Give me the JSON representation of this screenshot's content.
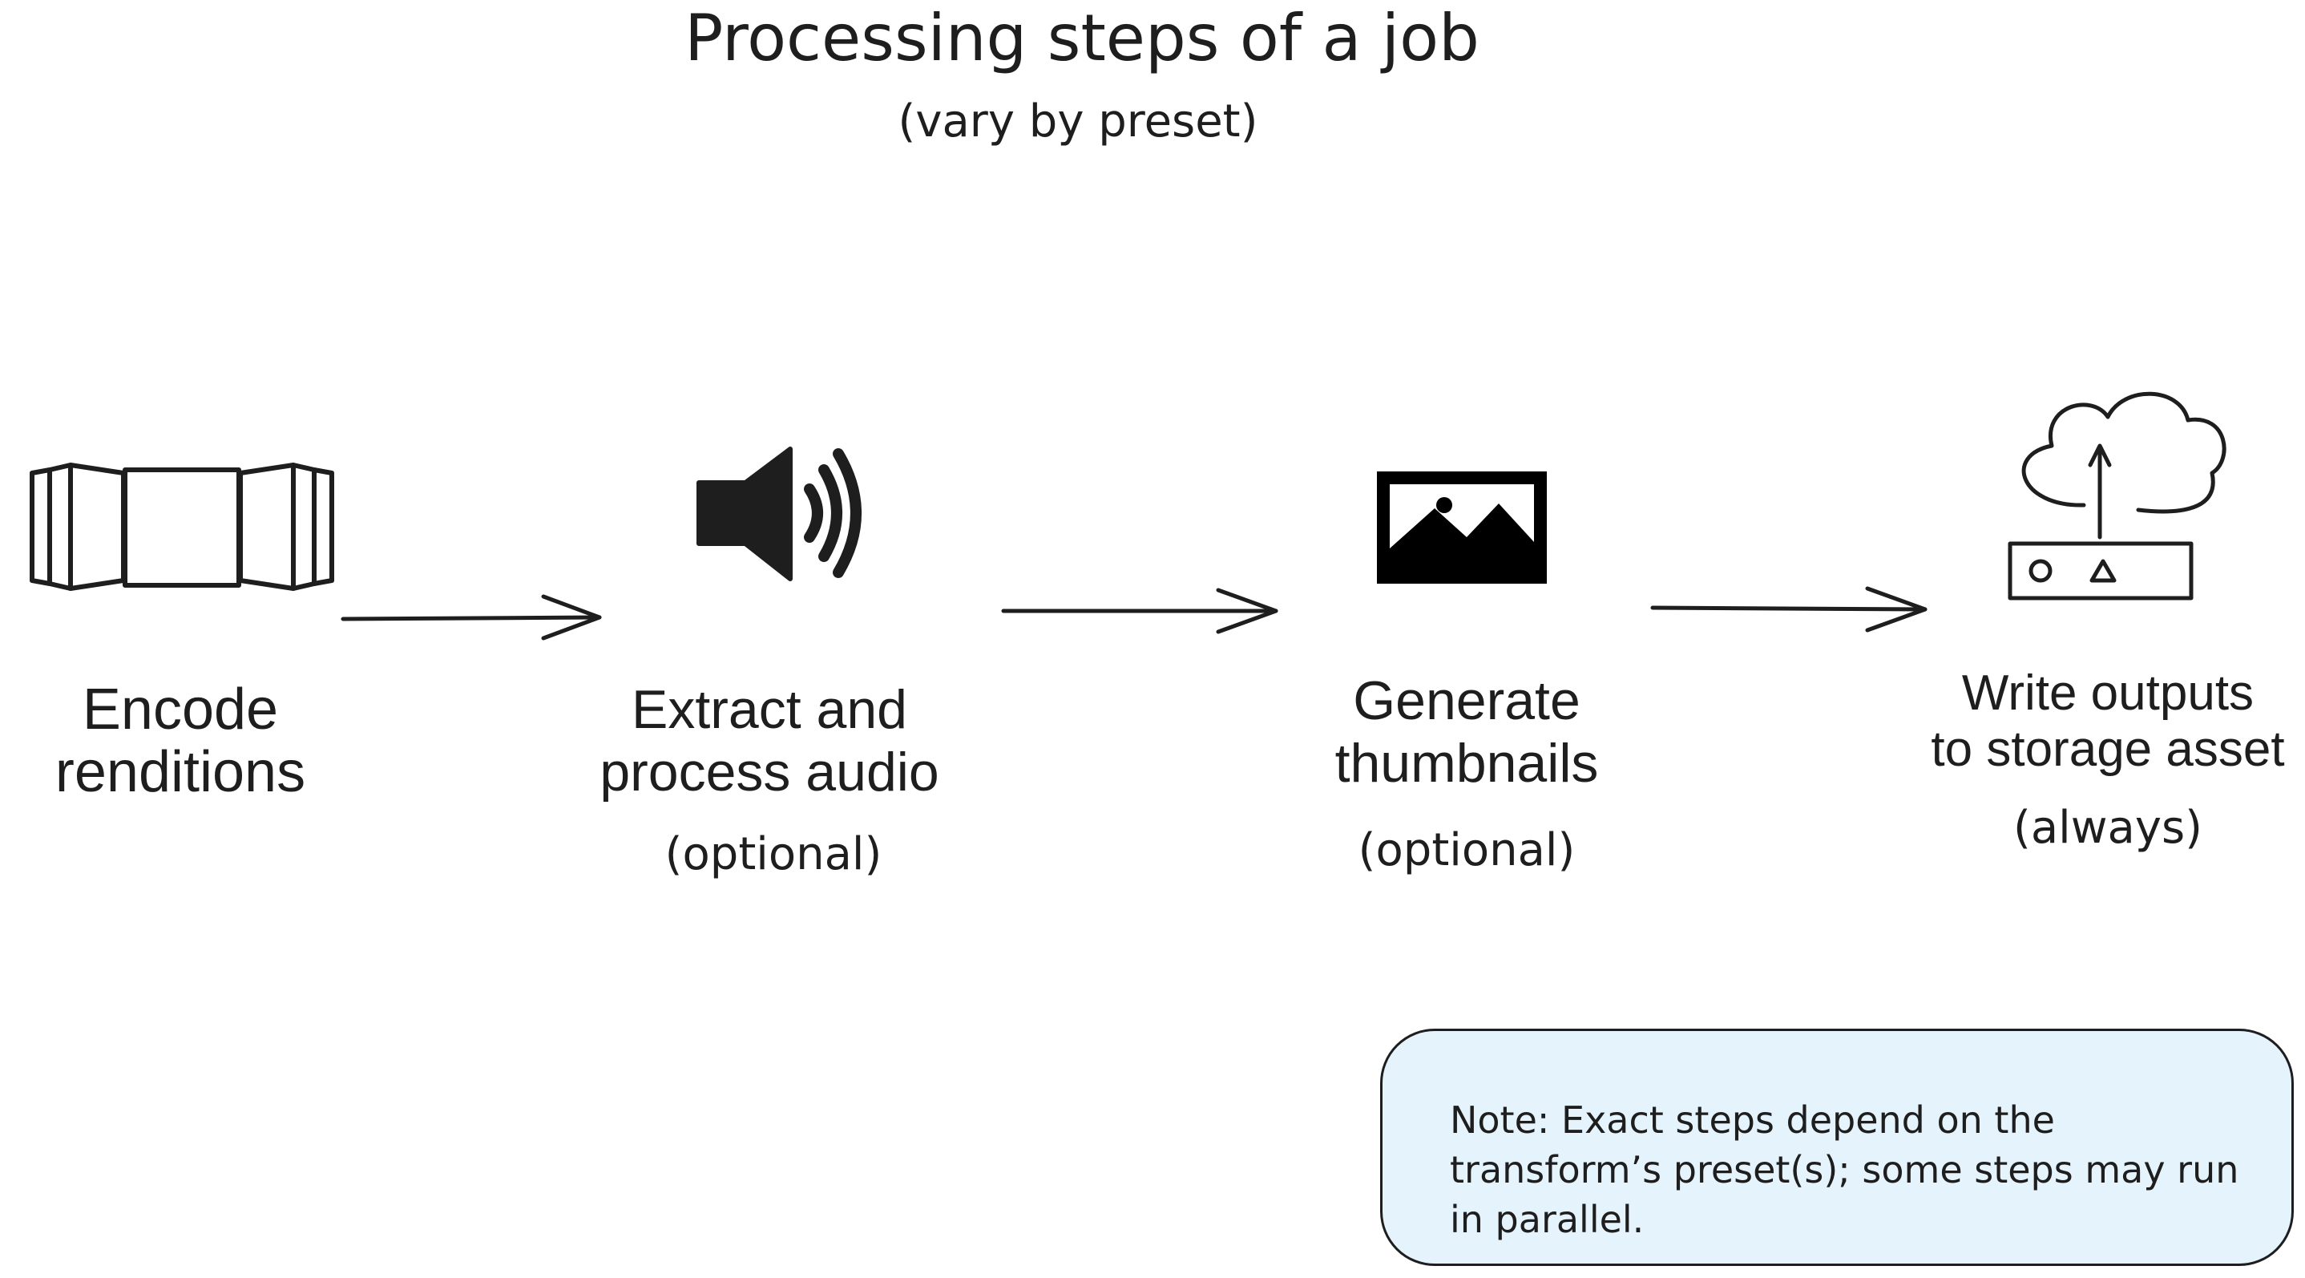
{
  "diagram": {
    "title": "Processing steps of a job",
    "subtitle": "(vary by preset)"
  },
  "steps": [
    {
      "label_line1": "Encode",
      "label_line2": "renditions",
      "note": "",
      "icon": "film-reel-icon"
    },
    {
      "label_line1": "Extract and",
      "label_line2": "process audio",
      "note": "(optional)",
      "icon": "speaker-icon"
    },
    {
      "label_line1": "Generate",
      "label_line2": "thumbnails",
      "note": "(optional)",
      "icon": "image-icon"
    },
    {
      "label_line1": "Write outputs",
      "label_line2": "to storage asset",
      "note": "(always)",
      "icon": "cloud-upload-storage-icon"
    }
  ],
  "footnote": {
    "text": "Note: Exact steps depend on the transform’s preset(s); some steps may run in parallel."
  },
  "colors": {
    "stroke": "#1e1e1e",
    "note_background": "#e5f3fd"
  }
}
